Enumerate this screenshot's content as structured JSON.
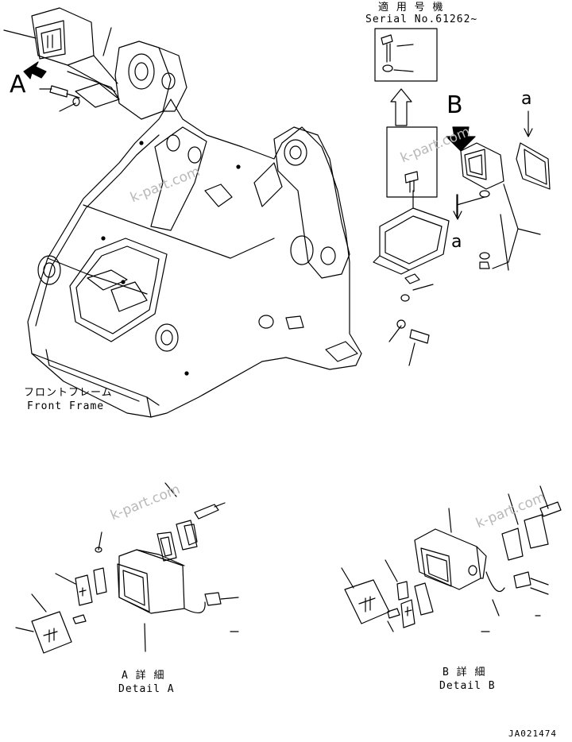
{
  "serial_box": {
    "title_jp": "適 用 号 機",
    "serial": "Serial No.61262~"
  },
  "callouts": {
    "view_a": "A",
    "view_b": "B",
    "ref_a_right": "a",
    "ref_a_mid": "a"
  },
  "front_frame": {
    "jp": "フロントフレーム",
    "en": "Front Frame"
  },
  "detail_a": {
    "jp": "A 詳 細",
    "en": "Detail A"
  },
  "detail_b": {
    "jp": "B 詳 細",
    "en": "Detail B"
  },
  "watermarks": [
    "k-part.com",
    "k-part.com",
    "k-part.com",
    "k-part.com"
  ],
  "drawing_code": "JA021474"
}
